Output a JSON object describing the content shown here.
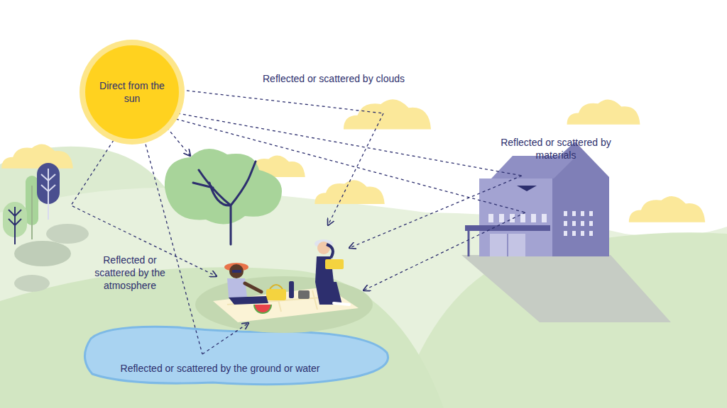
{
  "diagram": {
    "nodes": [
      {
        "text": [
          "Direct from the sun"
        ]
      }
    ],
    "labels": [
      "Reflected or scattered by clouds",
      "Reflected or scattered by materials",
      "Reflected or scattered by the atmosphere",
      "Reflected or scattered by the ground or water"
    ]
  }
}
